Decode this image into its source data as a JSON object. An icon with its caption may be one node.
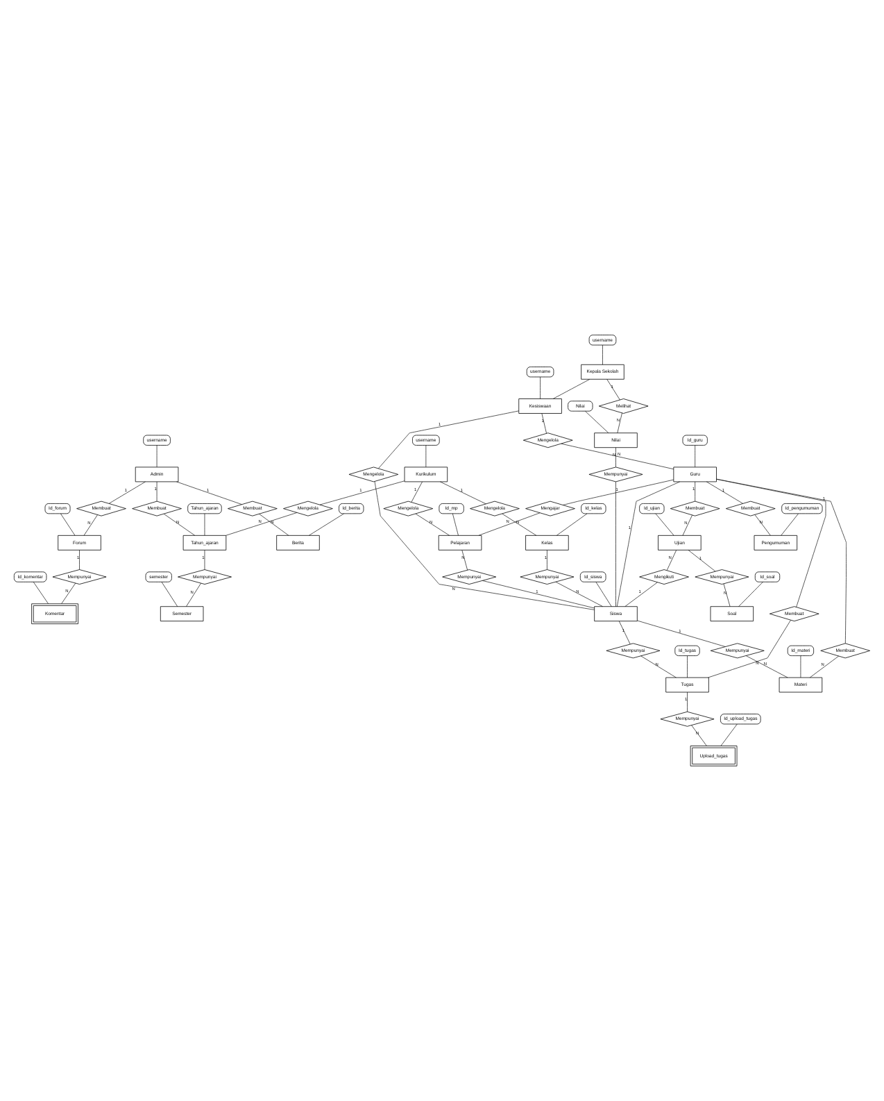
{
  "diagram": {
    "nodes": [
      {
        "text": [
          "username"
        ]
      },
      {
        "text": [
          "Admin"
        ]
      },
      {
        "text": [
          "Membuat"
        ]
      },
      {
        "text": [
          "Membuat"
        ]
      },
      {
        "text": [
          "Membuat"
        ]
      },
      {
        "text": [
          "username"
        ]
      },
      {
        "text": [
          "username"
        ]
      },
      {
        "text": [
          "Kepala Sekolah"
        ]
      },
      {
        "text": [
          "Forum"
        ]
      },
      {
        "text": [
          "Id_forum"
        ]
      },
      {
        "text": [
          "Kurikulum"
        ]
      },
      {
        "text": [
          "username"
        ]
      },
      {
        "text": [
          "Berita"
        ]
      },
      {
        "text": [
          "Id_berita"
        ]
      },
      {
        "text": [
          "Kesiswaan"
        ]
      },
      {
        "text": [
          "Melihat"
        ]
      },
      {
        "text": [
          "Nilai"
        ]
      },
      {
        "text": [
          "Mengelola"
        ]
      },
      {
        "text": [
          "Nilai"
        ]
      },
      {
        "text": [
          "Mengelola"
        ]
      },
      {
        "text": [
          "Mengelola"
        ]
      },
      {
        "text": [
          "Id_kelas"
        ]
      },
      {
        "text": [
          "Mengelola"
        ]
      },
      {
        "text": [
          "Kelas"
        ]
      },
      {
        "text": [
          "Tahun_ajaran"
        ]
      },
      {
        "text": [
          "Tahun_ajaran"
        ]
      },
      {
        "text": [
          "Mempunyai"
        ]
      },
      {
        "text": [
          "Id_guru"
        ]
      },
      {
        "text": [
          "Id_mp"
        ]
      },
      {
        "text": [
          "Membuat"
        ]
      },
      {
        "text": [
          "Guru"
        ]
      },
      {
        "text": [
          "Mengajar"
        ]
      },
      {
        "text": [
          "Pelajaran"
        ]
      },
      {
        "text": [
          "Id_ujian"
        ]
      },
      {
        "text": [
          "Mempunyai"
        ]
      },
      {
        "text": [
          "Mempunyai"
        ]
      },
      {
        "text": [
          "Mempunyai"
        ]
      },
      {
        "text": [
          "Ujian"
        ]
      },
      {
        "text": [
          "Mengelola"
        ]
      },
      {
        "text": [
          "Id_siswa"
        ]
      },
      {
        "text": [
          "Mengikuti"
        ]
      },
      {
        "text": [
          "Siswa"
        ]
      },
      {
        "text": [
          "Semester"
        ]
      },
      {
        "text": [
          "semester"
        ]
      },
      {
        "text": [
          "Mempunyai"
        ]
      },
      {
        "text": [
          "Mempunyai"
        ]
      },
      {
        "text": [
          "Membuat"
        ]
      },
      {
        "text": [
          "Id_soal"
        ]
      },
      {
        "text": [
          "Membuat"
        ]
      },
      {
        "text": [
          "Id_tugas"
        ]
      },
      {
        "text": [
          "Id_materi"
        ]
      },
      {
        "text": [
          "Soal"
        ]
      },
      {
        "text": [
          "Tugas"
        ]
      },
      {
        "text": [
          "Mempunyai"
        ]
      },
      {
        "text": [
          "Materi"
        ]
      },
      {
        "text": [
          "Membuat"
        ]
      },
      {
        "text": [
          "Mempunyai"
        ]
      },
      {
        "text": [
          "Mempunyai"
        ]
      },
      {
        "text": [
          "Id_pengumuman"
        ]
      },
      {
        "text": [
          "Id_upload_tugas"
        ]
      },
      {
        "text": [
          "Id_komentar"
        ]
      },
      {
        "text": [
          "Pengumuman"
        ]
      },
      {
        "text": [
          "Upload_tugas"
        ]
      },
      {
        "text": [
          "Komentar"
        ]
      }
    ],
    "edges": [
      {
        "from": 0,
        "to": 1,
        "arrow": "none"
      },
      {
        "from": 5,
        "to": 7,
        "arrow": "none"
      },
      {
        "from": 6,
        "to": 14,
        "arrow": "none"
      },
      {
        "from": 9,
        "to": 8,
        "arrow": "none"
      },
      {
        "from": 11,
        "to": 10,
        "arrow": "none"
      },
      {
        "from": 13,
        "to": 12,
        "arrow": "none"
      },
      {
        "from": 16,
        "to": 18,
        "arrow": "none"
      },
      {
        "from": 21,
        "to": 23,
        "arrow": "none"
      },
      {
        "from": 24,
        "to": 25,
        "arrow": "none"
      },
      {
        "from": 27,
        "to": 30,
        "arrow": "none"
      },
      {
        "from": 28,
        "to": 32,
        "arrow": "none"
      },
      {
        "from": 33,
        "to": 37,
        "arrow": "none"
      },
      {
        "from": 39,
        "to": 41,
        "arrow": "none"
      },
      {
        "from": 43,
        "to": 42,
        "arrow": "none"
      },
      {
        "from": 47,
        "to": 51,
        "arrow": "none"
      },
      {
        "from": 49,
        "to": 52,
        "arrow": "none"
      },
      {
        "from": 50,
        "to": 54,
        "arrow": "none"
      },
      {
        "from": 58,
        "to": 61,
        "arrow": "none"
      },
      {
        "from": 59,
        "to": 62,
        "arrow": "none"
      },
      {
        "from": 60,
        "to": 63,
        "arrow": "none"
      },
      {
        "from": 1,
        "to": 2,
        "arrow": "none",
        "label": "1"
      },
      {
        "from": 2,
        "to": 8,
        "arrow": "none",
        "label": "N"
      },
      {
        "from": 1,
        "to": 3,
        "arrow": "none",
        "label": "1"
      },
      {
        "from": 3,
        "to": 25,
        "arrow": "none",
        "label": "N"
      },
      {
        "from": 1,
        "to": 4,
        "arrow": "none",
        "label": "1"
      },
      {
        "from": 4,
        "to": 12,
        "arrow": "none",
        "label": "N"
      },
      {
        "from": 7,
        "to": 14,
        "arrow": "none"
      },
      {
        "from": 7,
        "to": 15,
        "arrow": "none",
        "label": "1"
      },
      {
        "from": 15,
        "to": 18,
        "arrow": "none",
        "label": "N"
      },
      {
        "from": 10,
        "to": 17,
        "arrow": "none",
        "label": "1"
      },
      {
        "from": 17,
        "to": 23,
        "arrow": "none",
        "label": "N"
      },
      {
        "from": 10,
        "to": 20,
        "arrow": "none",
        "label": "1"
      },
      {
        "from": 20,
        "to": 32,
        "arrow": "none",
        "label": "N"
      },
      {
        "from": 10,
        "to": 19,
        "arrow": "none",
        "label": "1"
      },
      {
        "from": 19,
        "to": 25,
        "arrow": "none",
        "label": "N"
      },
      {
        "from": 14,
        "to": 22,
        "arrow": "none",
        "label": "1"
      },
      {
        "from": 22,
        "to": 30,
        "arrow": "none",
        "label": "N"
      },
      {
        "from": 14,
        "to": 38,
        "arrow": "none",
        "label": "1"
      },
      {
        "from": 38,
        "to": 41,
        "arrow": "none",
        "label": "N"
      },
      {
        "from": 18,
        "to": 26,
        "arrow": "none",
        "label": "N"
      },
      {
        "from": 26,
        "to": 41,
        "arrow": "none"
      },
      {
        "from": 30,
        "to": 29,
        "arrow": "none",
        "label": "1"
      },
      {
        "from": 29,
        "to": 37,
        "arrow": "none",
        "label": "N"
      },
      {
        "from": 30,
        "to": 31,
        "arrow": "none",
        "label": "1"
      },
      {
        "from": 31,
        "to": 32,
        "arrow": "none",
        "label": "N"
      },
      {
        "from": 23,
        "to": 34,
        "arrow": "none",
        "label": "1"
      },
      {
        "from": 34,
        "to": 41,
        "arrow": "none",
        "label": "N"
      },
      {
        "from": 32,
        "to": 35,
        "arrow": "none",
        "label": "N"
      },
      {
        "from": 35,
        "to": 41,
        "arrow": "none",
        "label": "1"
      },
      {
        "from": 25,
        "to": 36,
        "arrow": "none",
        "label": "1"
      },
      {
        "from": 36,
        "to": 42,
        "arrow": "none",
        "label": "N"
      },
      {
        "from": 37,
        "to": 40,
        "arrow": "none",
        "label": "N"
      },
      {
        "from": 40,
        "to": 41,
        "arrow": "none",
        "label": "1"
      },
      {
        "from": 37,
        "to": 44,
        "arrow": "none",
        "label": "1"
      },
      {
        "from": 44,
        "to": 51,
        "arrow": "none",
        "label": "N"
      },
      {
        "from": 41,
        "to": 45,
        "arrow": "none",
        "label": "1"
      },
      {
        "from": 45,
        "to": 52,
        "arrow": "none",
        "label": "N"
      },
      {
        "from": 30,
        "to": 46,
        "arrow": "none"
      },
      {
        "from": 46,
        "to": 54,
        "arrow": "none",
        "label": "N"
      },
      {
        "from": 30,
        "to": 48,
        "arrow": "none",
        "label": "1"
      },
      {
        "from": 48,
        "to": 52,
        "arrow": "none",
        "label": "N"
      },
      {
        "from": 41,
        "to": 53,
        "arrow": "none",
        "label": "1"
      },
      {
        "from": 53,
        "to": 54,
        "arrow": "none",
        "label": "N"
      },
      {
        "from": 30,
        "to": 55,
        "arrow": "none",
        "label": "1"
      },
      {
        "from": 55,
        "to": 61,
        "arrow": "none",
        "label": "N"
      },
      {
        "from": 52,
        "to": 56,
        "arrow": "none",
        "label": "1"
      },
      {
        "from": 56,
        "to": 62,
        "arrow": "none",
        "label": "N"
      },
      {
        "from": 8,
        "to": 57,
        "arrow": "none",
        "label": "1"
      },
      {
        "from": 57,
        "to": 63,
        "arrow": "none",
        "label": "N"
      },
      {
        "from": 30,
        "to": 41,
        "arrow": "none",
        "label": "1"
      }
    ]
  }
}
